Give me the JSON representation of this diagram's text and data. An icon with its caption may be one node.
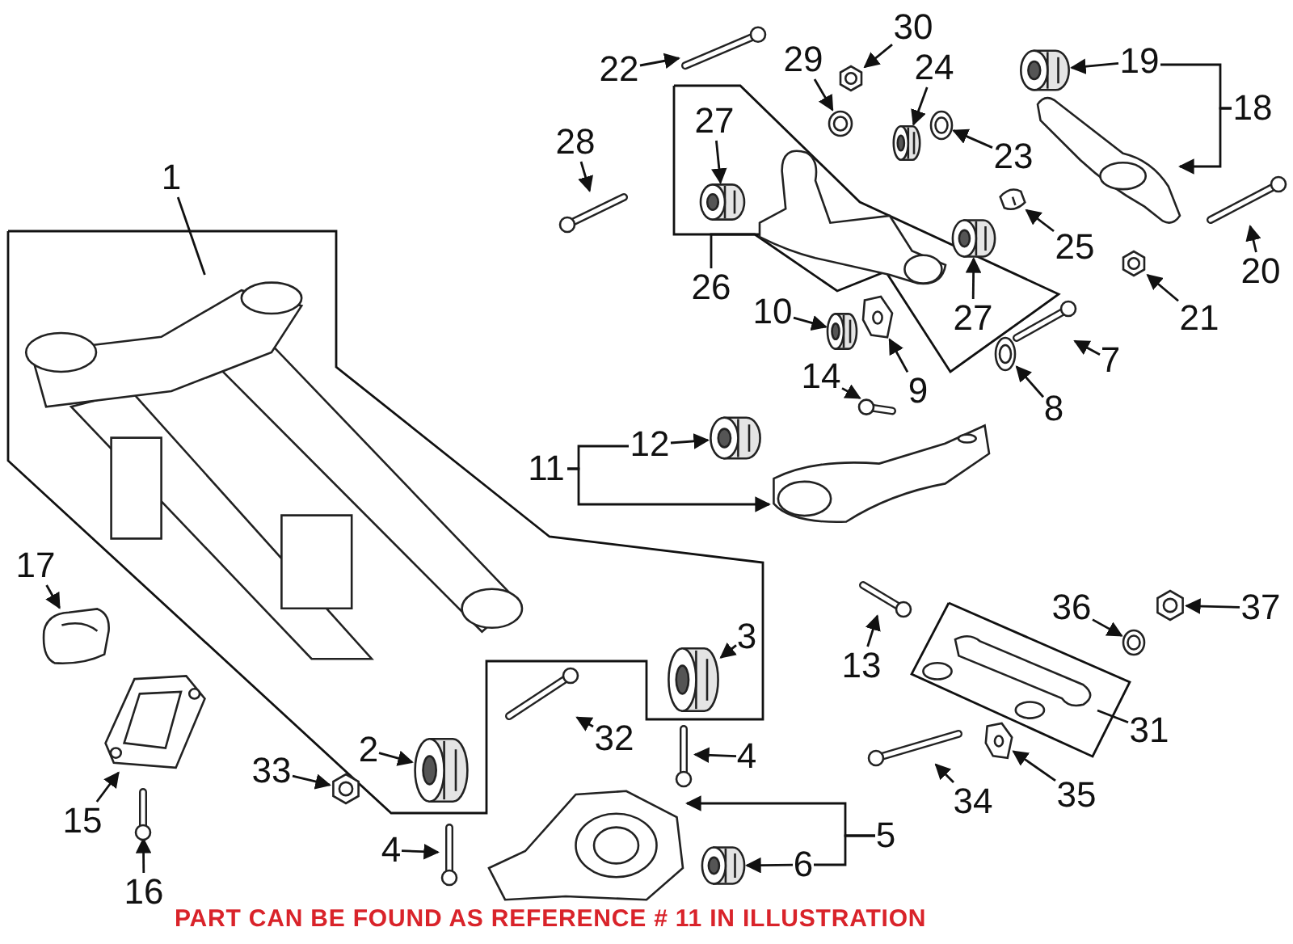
{
  "diagram": {
    "nodes": [
      {
        "text": [
          "1"
        ]
      },
      {
        "text": [],
        "shape": "picture"
      },
      {
        "text": [
          "2"
        ]
      },
      {
        "text": [],
        "shape": "picture"
      },
      {
        "text": [
          "3"
        ]
      },
      {
        "text": [],
        "shape": "picture"
      },
      {
        "text": [
          "4"
        ]
      },
      {
        "text": [],
        "shape": "picture"
      },
      {
        "text": [
          "4"
        ]
      },
      {
        "text": [],
        "shape": "picture"
      },
      {
        "text": [
          "5"
        ]
      },
      {
        "text": [],
        "shape": "picture"
      },
      {
        "text": [
          "6"
        ]
      },
      {
        "text": [],
        "shape": "picture"
      },
      {
        "text": [
          "7"
        ]
      },
      {
        "text": [],
        "shape": "picture"
      },
      {
        "text": [
          "8"
        ]
      },
      {
        "text": [],
        "shape": "picture"
      },
      {
        "text": [
          "9"
        ]
      },
      {
        "text": [],
        "shape": "picture"
      },
      {
        "text": [
          "10"
        ]
      },
      {
        "text": [],
        "shape": "picture"
      },
      {
        "text": [
          "11"
        ]
      },
      {
        "text": [],
        "shape": "picture"
      },
      {
        "text": [
          "12"
        ]
      },
      {
        "text": [],
        "shape": "picture"
      },
      {
        "text": [
          "13"
        ]
      },
      {
        "text": [],
        "shape": "picture"
      },
      {
        "text": [
          "14"
        ]
      },
      {
        "text": [],
        "shape": "picture"
      },
      {
        "text": [
          "15"
        ]
      },
      {
        "text": [],
        "shape": "picture"
      },
      {
        "text": [
          "16"
        ]
      },
      {
        "text": [],
        "shape": "picture"
      },
      {
        "text": [
          "17"
        ]
      },
      {
        "text": [],
        "shape": "picture"
      },
      {
        "text": [
          "18"
        ]
      },
      {
        "text": [],
        "shape": "picture"
      },
      {
        "text": [
          "19"
        ]
      },
      {
        "text": [],
        "shape": "picture"
      },
      {
        "text": [
          "20"
        ]
      },
      {
        "text": [],
        "shape": "picture"
      },
      {
        "text": [
          "21"
        ]
      },
      {
        "text": [],
        "shape": "picture"
      },
      {
        "text": [
          "22"
        ]
      },
      {
        "text": [],
        "shape": "picture"
      },
      {
        "text": [
          "23"
        ]
      },
      {
        "text": [],
        "shape": "picture"
      },
      {
        "text": [
          "24"
        ]
      },
      {
        "text": [],
        "shape": "picture"
      },
      {
        "text": [
          "25"
        ]
      },
      {
        "text": [],
        "shape": "picture"
      },
      {
        "text": [
          "26"
        ]
      },
      {
        "text": [],
        "shape": "picture"
      },
      {
        "text": [
          "27"
        ]
      },
      {
        "text": [],
        "shape": "picture"
      },
      {
        "text": [
          "27"
        ]
      },
      {
        "text": [],
        "shape": "picture"
      },
      {
        "text": [
          "28"
        ]
      },
      {
        "text": [],
        "shape": "picture"
      },
      {
        "text": [
          "29"
        ]
      },
      {
        "text": [],
        "shape": "picture"
      },
      {
        "text": [
          "30"
        ]
      },
      {
        "text": [],
        "shape": "picture"
      },
      {
        "text": [
          "31"
        ]
      },
      {
        "text": [],
        "shape": "picture"
      },
      {
        "text": [
          "32"
        ]
      },
      {
        "text": [],
        "shape": "picture"
      },
      {
        "text": [
          "33"
        ]
      },
      {
        "text": [],
        "shape": "picture"
      },
      {
        "text": [
          "34"
        ]
      },
      {
        "text": [],
        "shape": "picture"
      },
      {
        "text": [
          "35"
        ]
      },
      {
        "text": [],
        "shape": "picture"
      },
      {
        "text": [
          "36"
        ]
      },
      {
        "text": [],
        "shape": "picture"
      },
      {
        "text": [
          "37"
        ]
      },
      {
        "text": [],
        "shape": "picture"
      }
    ],
    "edges": [
      {
        "from": 0,
        "to": 1,
        "arrow": "none"
      },
      {
        "from": 2,
        "to": 3,
        "arrow": "to"
      },
      {
        "from": 4,
        "to": 5,
        "arrow": "to"
      },
      {
        "from": 6,
        "to": 7,
        "arrow": "to"
      },
      {
        "from": 8,
        "to": 9,
        "arrow": "to"
      },
      {
        "from": 10,
        "to": 11,
        "arrow": "to"
      },
      {
        "from": 12,
        "to": 13,
        "arrow": "to"
      },
      {
        "from": 14,
        "to": 15,
        "arrow": "to"
      },
      {
        "from": 16,
        "to": 17,
        "arrow": "to"
      },
      {
        "from": 18,
        "to": 19,
        "arrow": "to"
      },
      {
        "from": 20,
        "to": 21,
        "arrow": "to"
      },
      {
        "from": 22,
        "to": 23,
        "arrow": "to"
      },
      {
        "from": 24,
        "to": 25,
        "arrow": "to"
      },
      {
        "from": 26,
        "to": 27,
        "arrow": "to"
      },
      {
        "from": 28,
        "to": 29,
        "arrow": "to"
      },
      {
        "from": 30,
        "to": 31,
        "arrow": "to"
      },
      {
        "from": 32,
        "to": 33,
        "arrow": "to"
      },
      {
        "from": 34,
        "to": 35,
        "arrow": "to"
      },
      {
        "from": 36,
        "to": 37,
        "arrow": "to"
      },
      {
        "from": 38,
        "to": 39,
        "arrow": "to"
      },
      {
        "from": 40,
        "to": 41,
        "arrow": "to"
      },
      {
        "from": 42,
        "to": 43,
        "arrow": "to"
      },
      {
        "from": 44,
        "to": 45,
        "arrow": "to"
      },
      {
        "from": 46,
        "to": 47,
        "arrow": "to"
      },
      {
        "from": 48,
        "to": 49,
        "arrow": "to"
      },
      {
        "from": 50,
        "to": 51,
        "arrow": "to"
      },
      {
        "from": 52,
        "to": 53,
        "arrow": "none"
      },
      {
        "from": 54,
        "to": 55,
        "arrow": "to"
      },
      {
        "from": 56,
        "to": 57,
        "arrow": "to"
      },
      {
        "from": 58,
        "to": 59,
        "arrow": "to"
      },
      {
        "from": 60,
        "to": 61,
        "arrow": "to"
      },
      {
        "from": 62,
        "to": 63,
        "arrow": "to"
      },
      {
        "from": 64,
        "to": 65,
        "arrow": "none"
      },
      {
        "from": 66,
        "to": 67,
        "arrow": "to"
      },
      {
        "from": 68,
        "to": 69,
        "arrow": "to"
      },
      {
        "from": 70,
        "to": 71,
        "arrow": "to"
      },
      {
        "from": 72,
        "to": 73,
        "arrow": "to"
      },
      {
        "from": 74,
        "to": 75,
        "arrow": "to"
      },
      {
        "from": 76,
        "to": 77,
        "arrow": "to"
      },
      {
        "from": 10,
        "to": 12,
        "arrow": "none"
      },
      {
        "from": 36,
        "to": 38,
        "arrow": "none"
      },
      {
        "from": 22,
        "to": 24,
        "arrow": "none"
      }
    ],
    "labels": [
      "PART CAN BE FOUND AS REFERENCE # 11 IN ILLUSTRATION"
    ]
  }
}
